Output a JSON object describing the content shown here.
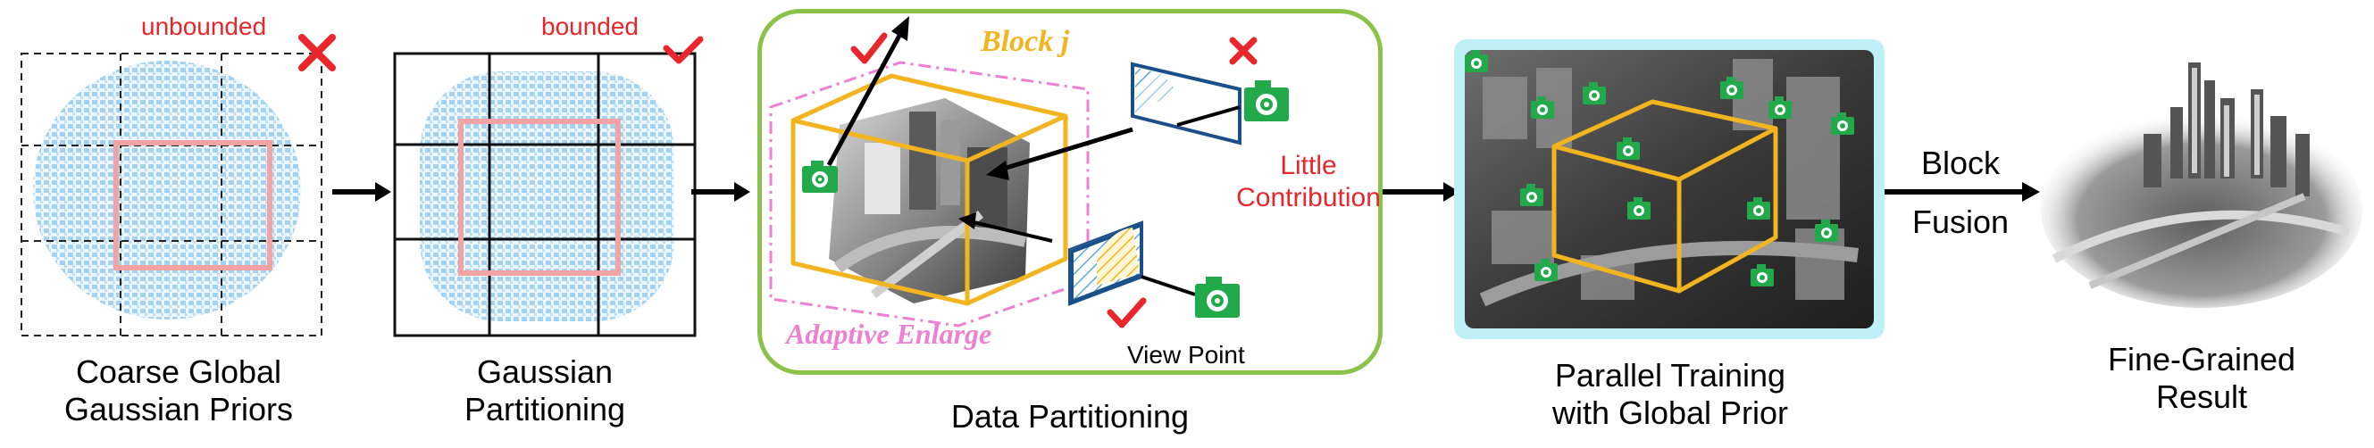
{
  "stage1": {
    "label_line1": "Coarse Global",
    "label_line2": "Gaussian Priors",
    "tag": "unbounded",
    "mark": "cross-icon"
  },
  "stage2": {
    "label_line1": "Gaussian",
    "label_line2": "Partitioning",
    "tag": "bounded",
    "mark": "check-icon"
  },
  "stage3": {
    "label": "Data Partitioning",
    "block_label": "Block j",
    "enlarge_label": "Adaptive Enlarge",
    "little_line1": "Little",
    "little_line2": "Contribution",
    "viewpoint_label": "View Point"
  },
  "stage4": {
    "label_line1": "Parallel Training",
    "label_line2": "with Global Prior"
  },
  "fusion": {
    "line1": "Block",
    "line2": "Fusion"
  },
  "stage5": {
    "label_line1": "Fine-Grained",
    "label_line2": "Result"
  },
  "colors": {
    "point_cloud": "#8ec6ee",
    "partition_box": "#f3a3a3",
    "block_box": "#f2b51f",
    "enlarge_box": "#ef7fd2",
    "panel_border": "#8bc34a",
    "train_frame": "#bff0f7",
    "camera": "#22a94a",
    "red_mark": "#e8262b"
  }
}
